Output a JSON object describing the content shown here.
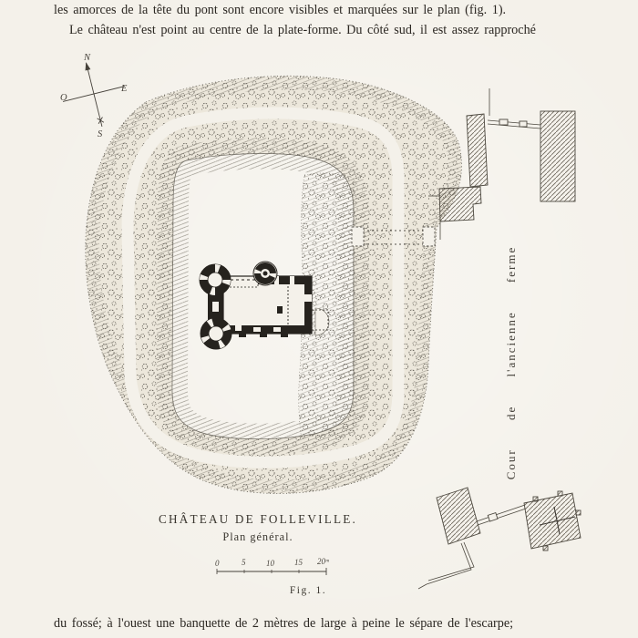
{
  "page": {
    "top_lines": [
      "les amorces de la tête du pont sont encore visibles et marquées sur le plan (fig. 1).",
      "Le château n'est point au centre de la plate-forme. Du côté sud, il est assez rapproché"
    ],
    "bottom_line": "du fossé; à l'ouest une banquette de 2 mètres de large à peine le sépare de l'escarpe;"
  },
  "figure": {
    "title": "CHÂTEAU DE FOLLEVILLE.",
    "subtitle": "Plan général.",
    "fig_label": "Fig. 1.",
    "farm_label": "Cour de l'ancienne ferme",
    "compass": {
      "north": "N",
      "east": "E",
      "south": "S",
      "west": "O"
    },
    "scale": {
      "ticks": [
        "0",
        "5",
        "10",
        "15",
        "20ᵐ"
      ]
    },
    "colors": {
      "paper": "#f4f1ea",
      "ink": "#26231e",
      "engraving": "#5a564e"
    }
  }
}
